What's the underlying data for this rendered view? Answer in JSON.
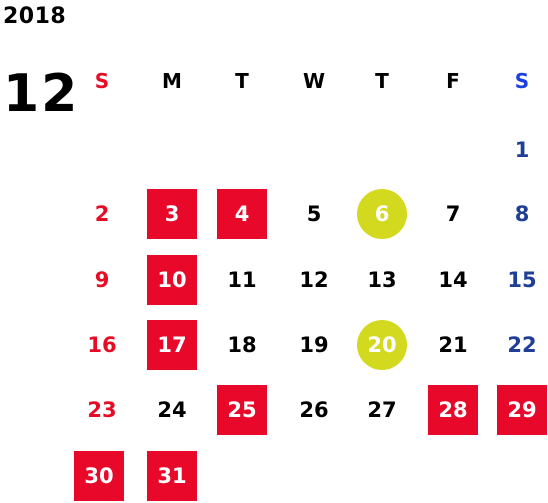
{
  "calendar": {
    "year": "2018",
    "month": "12",
    "weekdays": [
      {
        "label": "S",
        "type": "sun"
      },
      {
        "label": "M",
        "type": "wk"
      },
      {
        "label": "T",
        "type": "wk"
      },
      {
        "label": "W",
        "type": "wk"
      },
      {
        "label": "T",
        "type": "wk"
      },
      {
        "label": "F",
        "type": "wk"
      },
      {
        "label": "S",
        "type": "sat"
      }
    ],
    "first_weekday_index": 6,
    "days": [
      {
        "day": "1",
        "mark": "none"
      },
      {
        "day": "2",
        "mark": "none"
      },
      {
        "day": "3",
        "mark": "red"
      },
      {
        "day": "4",
        "mark": "red"
      },
      {
        "day": "5",
        "mark": "none"
      },
      {
        "day": "6",
        "mark": "circle"
      },
      {
        "day": "7",
        "mark": "none"
      },
      {
        "day": "8",
        "mark": "none"
      },
      {
        "day": "9",
        "mark": "none"
      },
      {
        "day": "10",
        "mark": "red"
      },
      {
        "day": "11",
        "mark": "none"
      },
      {
        "day": "12",
        "mark": "none"
      },
      {
        "day": "13",
        "mark": "none"
      },
      {
        "day": "14",
        "mark": "none"
      },
      {
        "day": "15",
        "mark": "none"
      },
      {
        "day": "16",
        "mark": "none"
      },
      {
        "day": "17",
        "mark": "red"
      },
      {
        "day": "18",
        "mark": "none"
      },
      {
        "day": "19",
        "mark": "none"
      },
      {
        "day": "20",
        "mark": "circle"
      },
      {
        "day": "21",
        "mark": "none"
      },
      {
        "day": "22",
        "mark": "none"
      },
      {
        "day": "23",
        "mark": "none"
      },
      {
        "day": "24",
        "mark": "none"
      },
      {
        "day": "25",
        "mark": "red"
      },
      {
        "day": "26",
        "mark": "none"
      },
      {
        "day": "27",
        "mark": "none"
      },
      {
        "day": "28",
        "mark": "red"
      },
      {
        "day": "29",
        "mark": "red"
      },
      {
        "day": "30",
        "mark": "red"
      },
      {
        "day": "31",
        "mark": "red"
      }
    ],
    "colors": {
      "sunday_text": "#e60c26",
      "saturday_text": "#1f3f96",
      "saturday_header": "#1b3fe0",
      "holiday_box": "#e8092a",
      "event_circle": "#d3d91e"
    }
  }
}
